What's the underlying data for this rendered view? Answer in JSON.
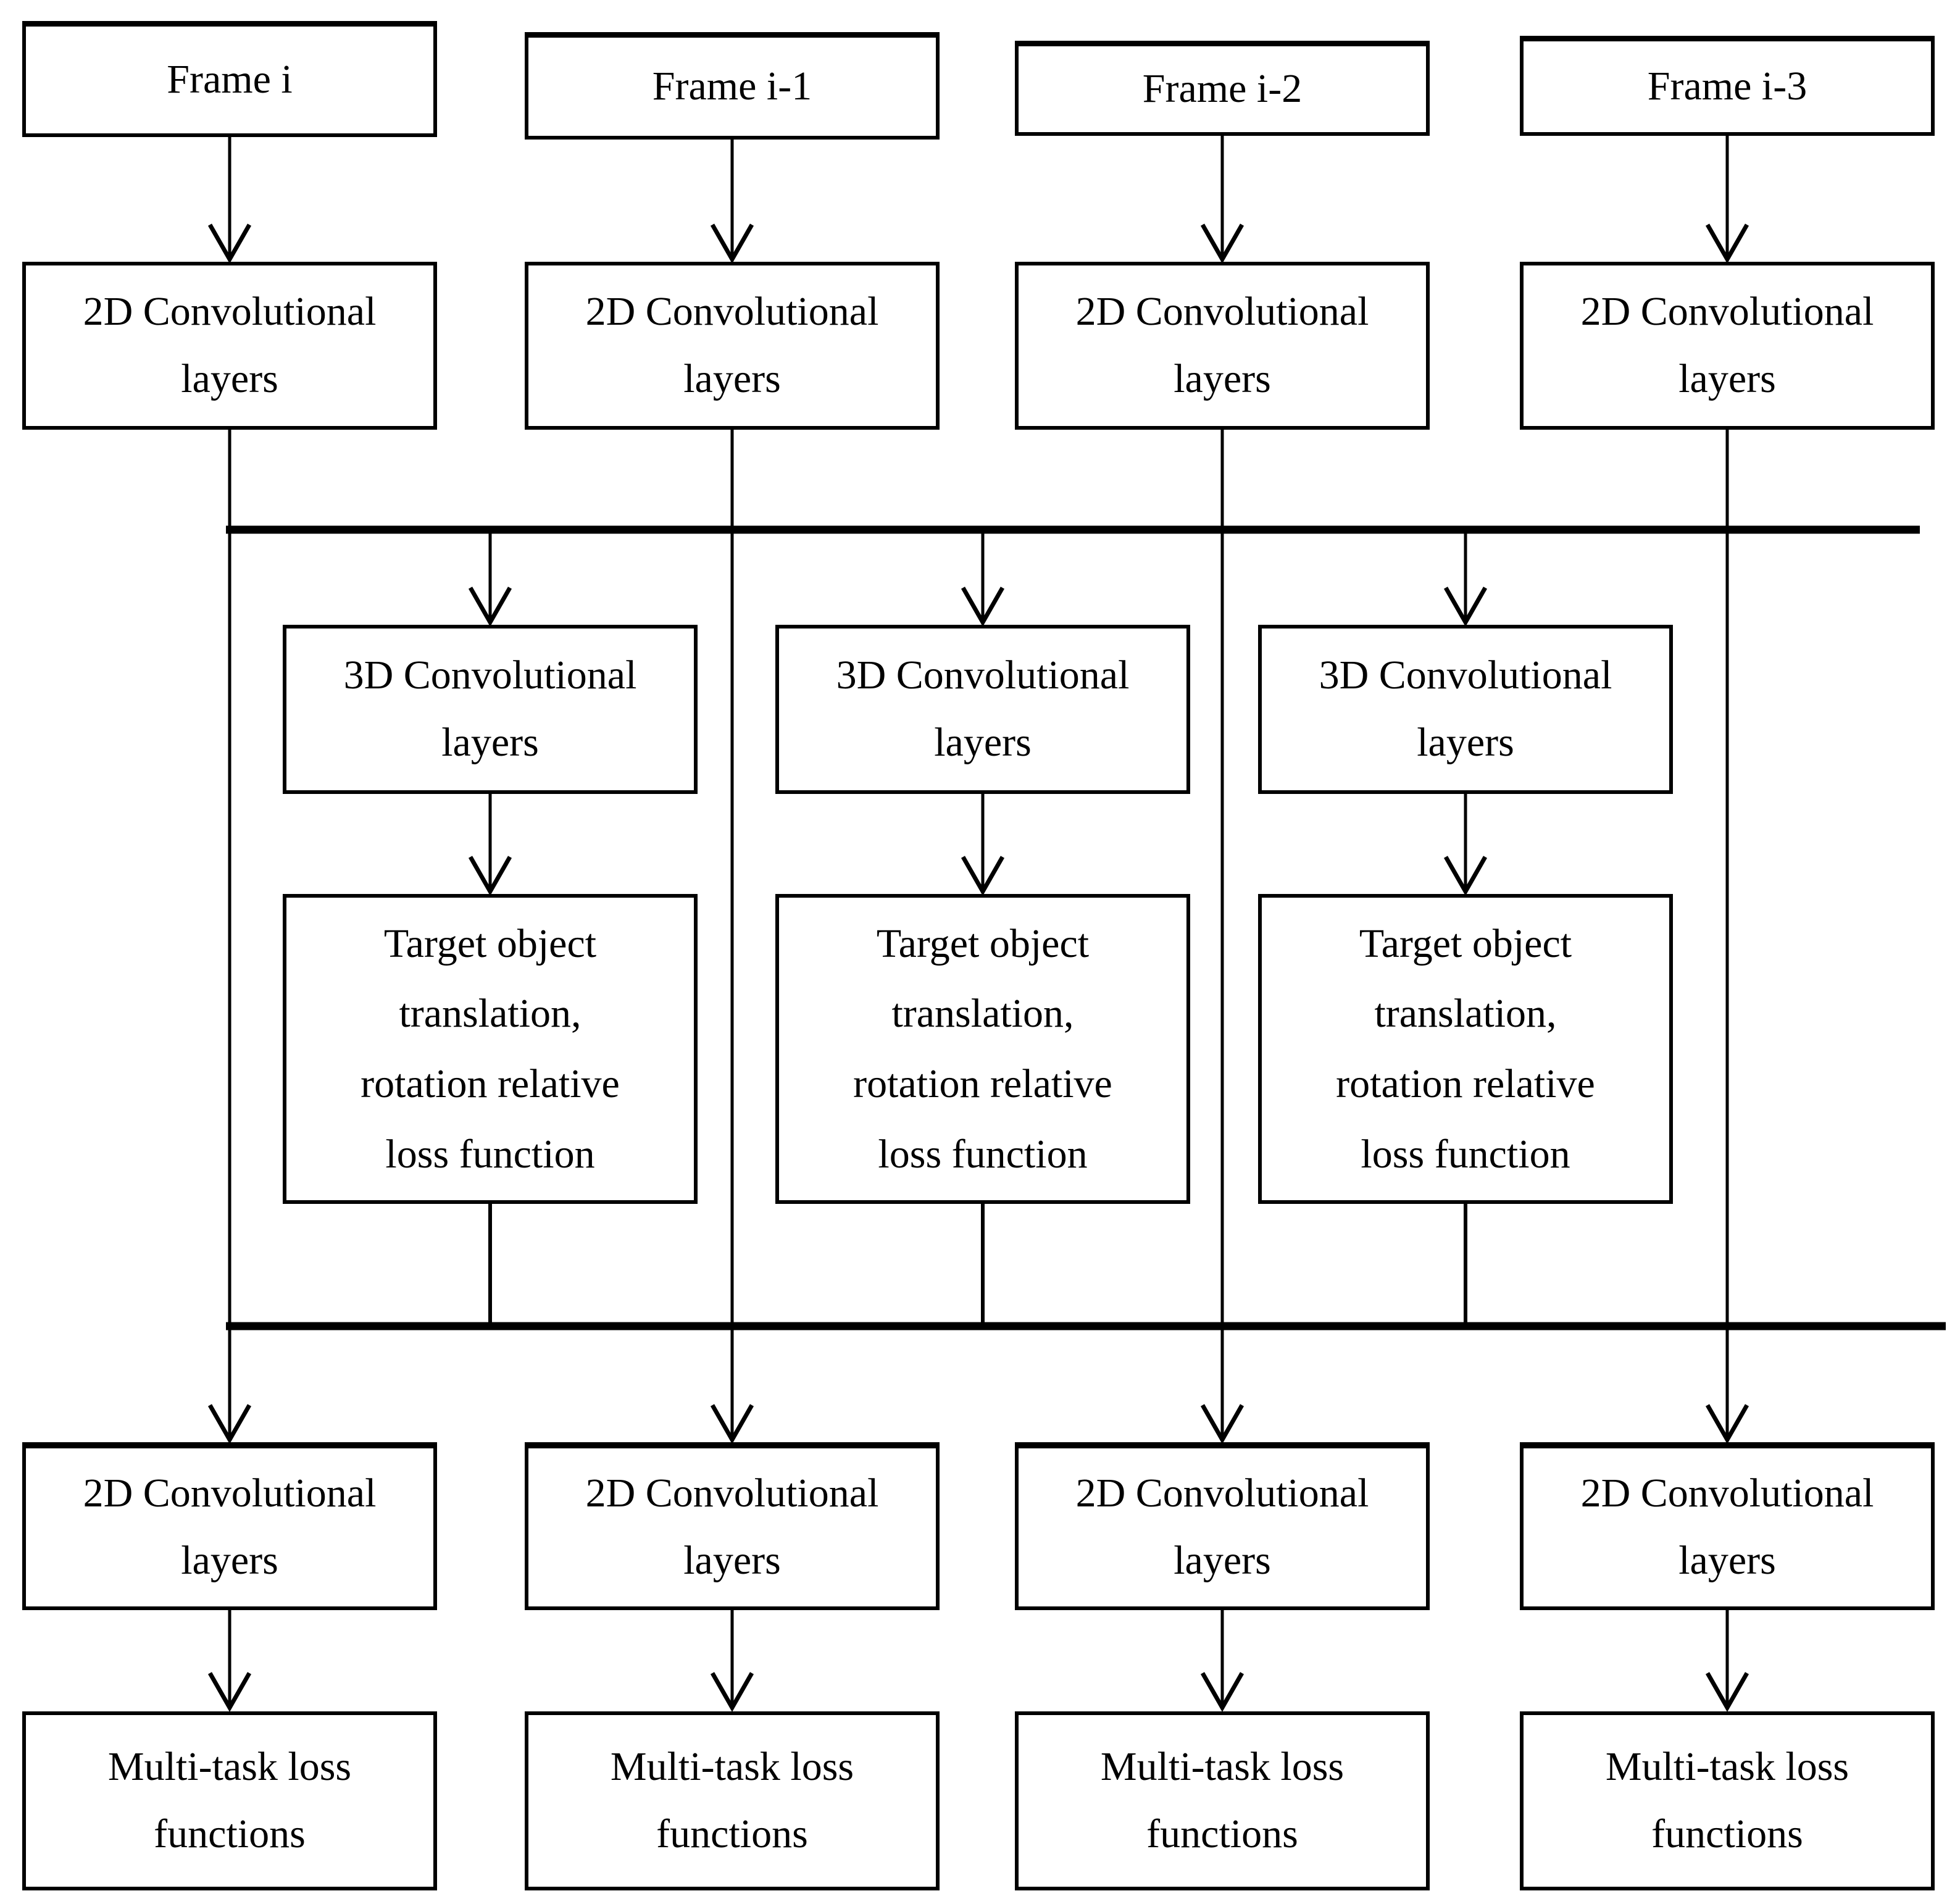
{
  "figure_type": "neural-network-architecture-flowchart",
  "colors": {
    "ink": "#000000",
    "paper": "#ffffff"
  },
  "columns": [
    {
      "frame_label": "Frame i",
      "conv2d_top_lines": [
        "2D Convolutional",
        "layers"
      ],
      "conv2d_bottom_lines": [
        "2D Convolutional",
        "layers"
      ],
      "multitask_lines": [
        "Multi-task loss",
        "functions"
      ]
    },
    {
      "frame_label": "Frame i-1",
      "conv2d_top_lines": [
        "2D Convolutional",
        "layers"
      ],
      "conv2d_bottom_lines": [
        "2D Convolutional",
        "layers"
      ],
      "multitask_lines": [
        "Multi-task loss",
        "functions"
      ]
    },
    {
      "frame_label": "Frame i-2",
      "conv2d_top_lines": [
        "2D Convolutional",
        "layers"
      ],
      "conv2d_bottom_lines": [
        "2D Convolutional",
        "layers"
      ],
      "multitask_lines": [
        "Multi-task loss",
        "functions"
      ]
    },
    {
      "frame_label": "Frame i-3",
      "conv2d_top_lines": [
        "2D Convolutional",
        "layers"
      ],
      "conv2d_bottom_lines": [
        "2D Convolutional",
        "layers"
      ],
      "multitask_lines": [
        "Multi-task loss",
        "functions"
      ]
    }
  ],
  "fusion_columns": [
    {
      "conv3d_lines": [
        "3D Convolutional",
        "layers"
      ],
      "target_lines": [
        "Target object",
        "translation,",
        "rotation relative",
        "loss function"
      ]
    },
    {
      "conv3d_lines": [
        "3D Convolutional",
        "layers"
      ],
      "target_lines": [
        "Target object",
        "translation,",
        "rotation relative",
        "loss function"
      ]
    },
    {
      "conv3d_lines": [
        "3D Convolutional",
        "layers"
      ],
      "target_lines": [
        "Target object",
        "translation,",
        "rotation relative",
        "loss function"
      ]
    }
  ]
}
